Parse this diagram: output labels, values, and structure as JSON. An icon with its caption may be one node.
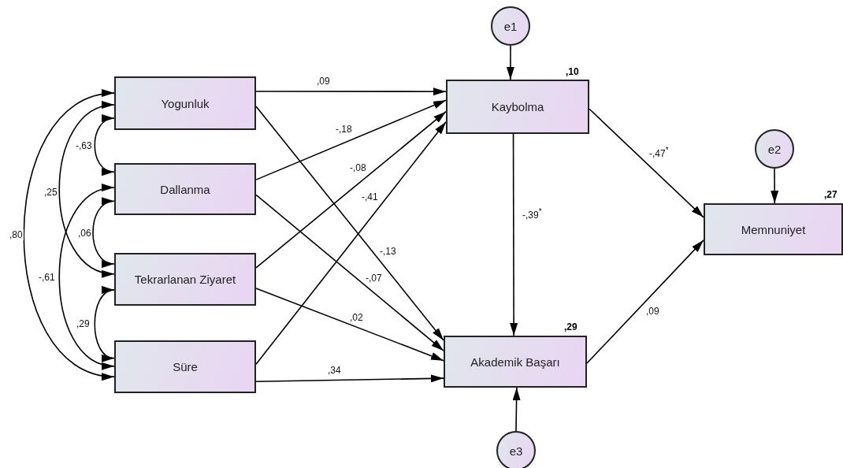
{
  "diagram": {
    "nodes": [
      {
        "text": [
          "Yogunluk"
        ]
      },
      {
        "text": [
          "Dallanma"
        ]
      },
      {
        "text": [
          "Tekrarlanan Ziyaret"
        ]
      },
      {
        "text": [
          "Süre"
        ]
      },
      {
        "text": [
          "Kaybolma"
        ],
        "beside": [
          ",10"
        ]
      },
      {
        "text": [
          "Akademik Başarı"
        ],
        "beside": [
          ",29"
        ]
      },
      {
        "text": [
          "Memnuniyet"
        ],
        "beside": [
          ",27"
        ]
      },
      {
        "text": [
          "e1"
        ]
      },
      {
        "text": [
          "e2"
        ]
      },
      {
        "text": [
          "e3"
        ]
      }
    ],
    "edges": [
      {
        "from": 0,
        "to": 1,
        "arrow": "both",
        "label": "-,63"
      },
      {
        "from": 0,
        "to": 2,
        "arrow": "both",
        "label": ",25"
      },
      {
        "from": 0,
        "to": 3,
        "arrow": "both",
        "label": ",80"
      },
      {
        "from": 1,
        "to": 2,
        "arrow": "both",
        "label": ",06"
      },
      {
        "from": 1,
        "to": 3,
        "arrow": "both",
        "label": "-,61"
      },
      {
        "from": 2,
        "to": 3,
        "arrow": "both",
        "label": ",29"
      },
      {
        "from": 0,
        "to": 4,
        "arrow": "to",
        "label": ",09"
      },
      {
        "from": 1,
        "to": 4,
        "arrow": "to",
        "label": "-,18"
      },
      {
        "from": 2,
        "to": 4,
        "arrow": "to",
        "label": "-,08"
      },
      {
        "from": 3,
        "to": 4,
        "arrow": "to",
        "label": "-,41"
      },
      {
        "from": 0,
        "to": 5,
        "arrow": "to",
        "label": "-,13"
      },
      {
        "from": 1,
        "to": 5,
        "arrow": "to",
        "label": "-,07"
      },
      {
        "from": 2,
        "to": 5,
        "arrow": "to",
        "label": ",02"
      },
      {
        "from": 3,
        "to": 5,
        "arrow": "to",
        "label": ",34"
      },
      {
        "from": 4,
        "to": 5,
        "arrow": "to",
        "label": "-,39$^{*}$"
      },
      {
        "from": 4,
        "to": 6,
        "arrow": "to",
        "label": "-,47$^{*}$"
      },
      {
        "from": 5,
        "to": 6,
        "arrow": "to",
        "label": ",09"
      },
      {
        "from": 7,
        "to": 4,
        "arrow": "to"
      },
      {
        "from": 8,
        "to": 6,
        "arrow": "to"
      },
      {
        "from": 9,
        "to": 5,
        "arrow": "to"
      }
    ]
  }
}
